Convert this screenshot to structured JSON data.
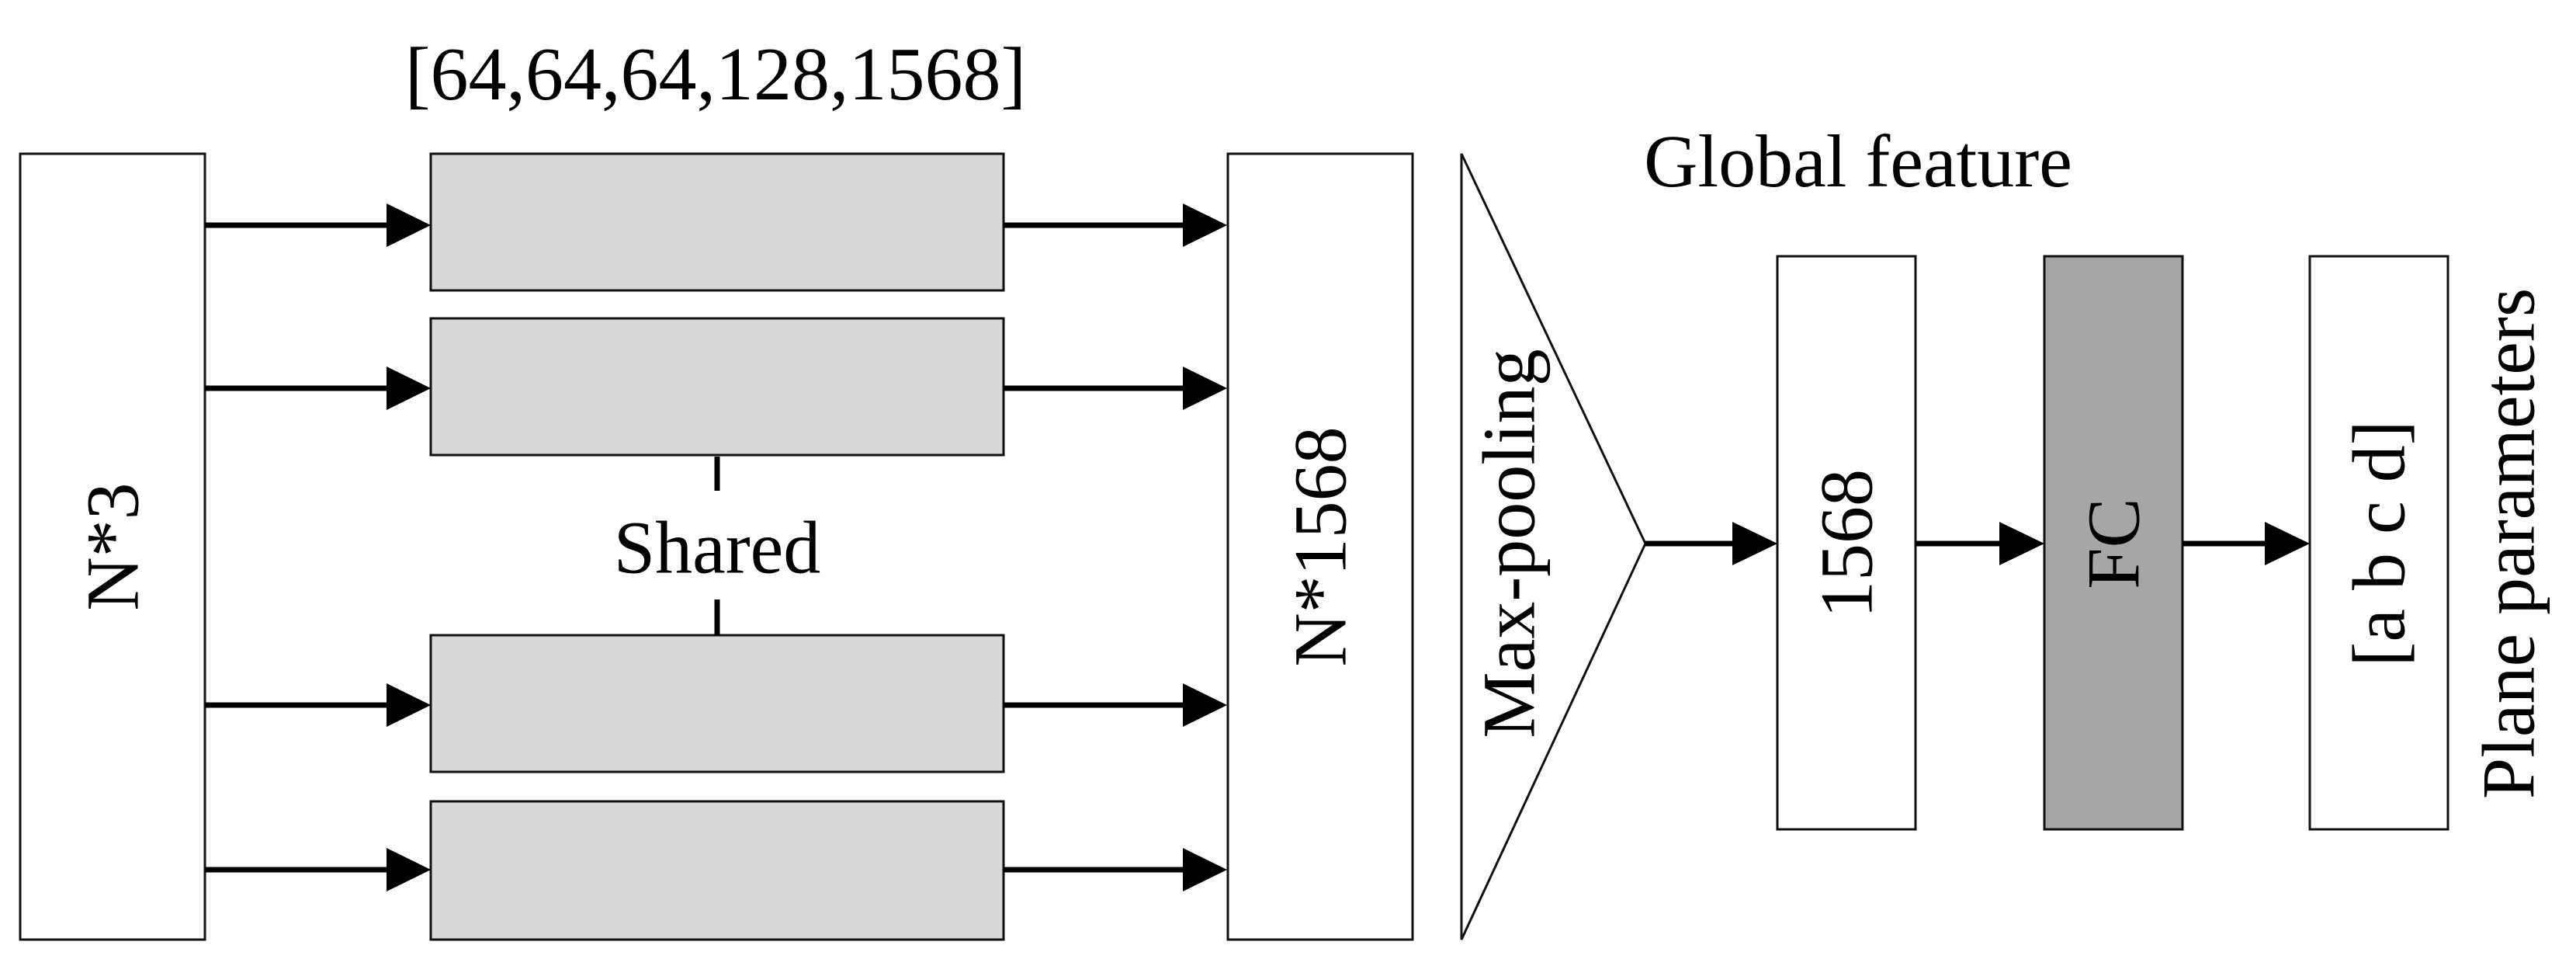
{
  "input_label": "N*3",
  "mlp_dims_label": "[64,64,64,128,1568]",
  "shared_label": "Shared",
  "pointwise_feature_label": "N*1568",
  "pooling_label": "Max-pooling",
  "global_feature_title": "Global feature",
  "global_feature_label": "1568",
  "fc_label": "FC",
  "output_label": "[a b c d]",
  "output_title": "Plane parameters",
  "colors": {
    "mlp_fill": "#d9d9d9",
    "fc_fill": "#a6a6a6",
    "stroke": "#111111"
  }
}
